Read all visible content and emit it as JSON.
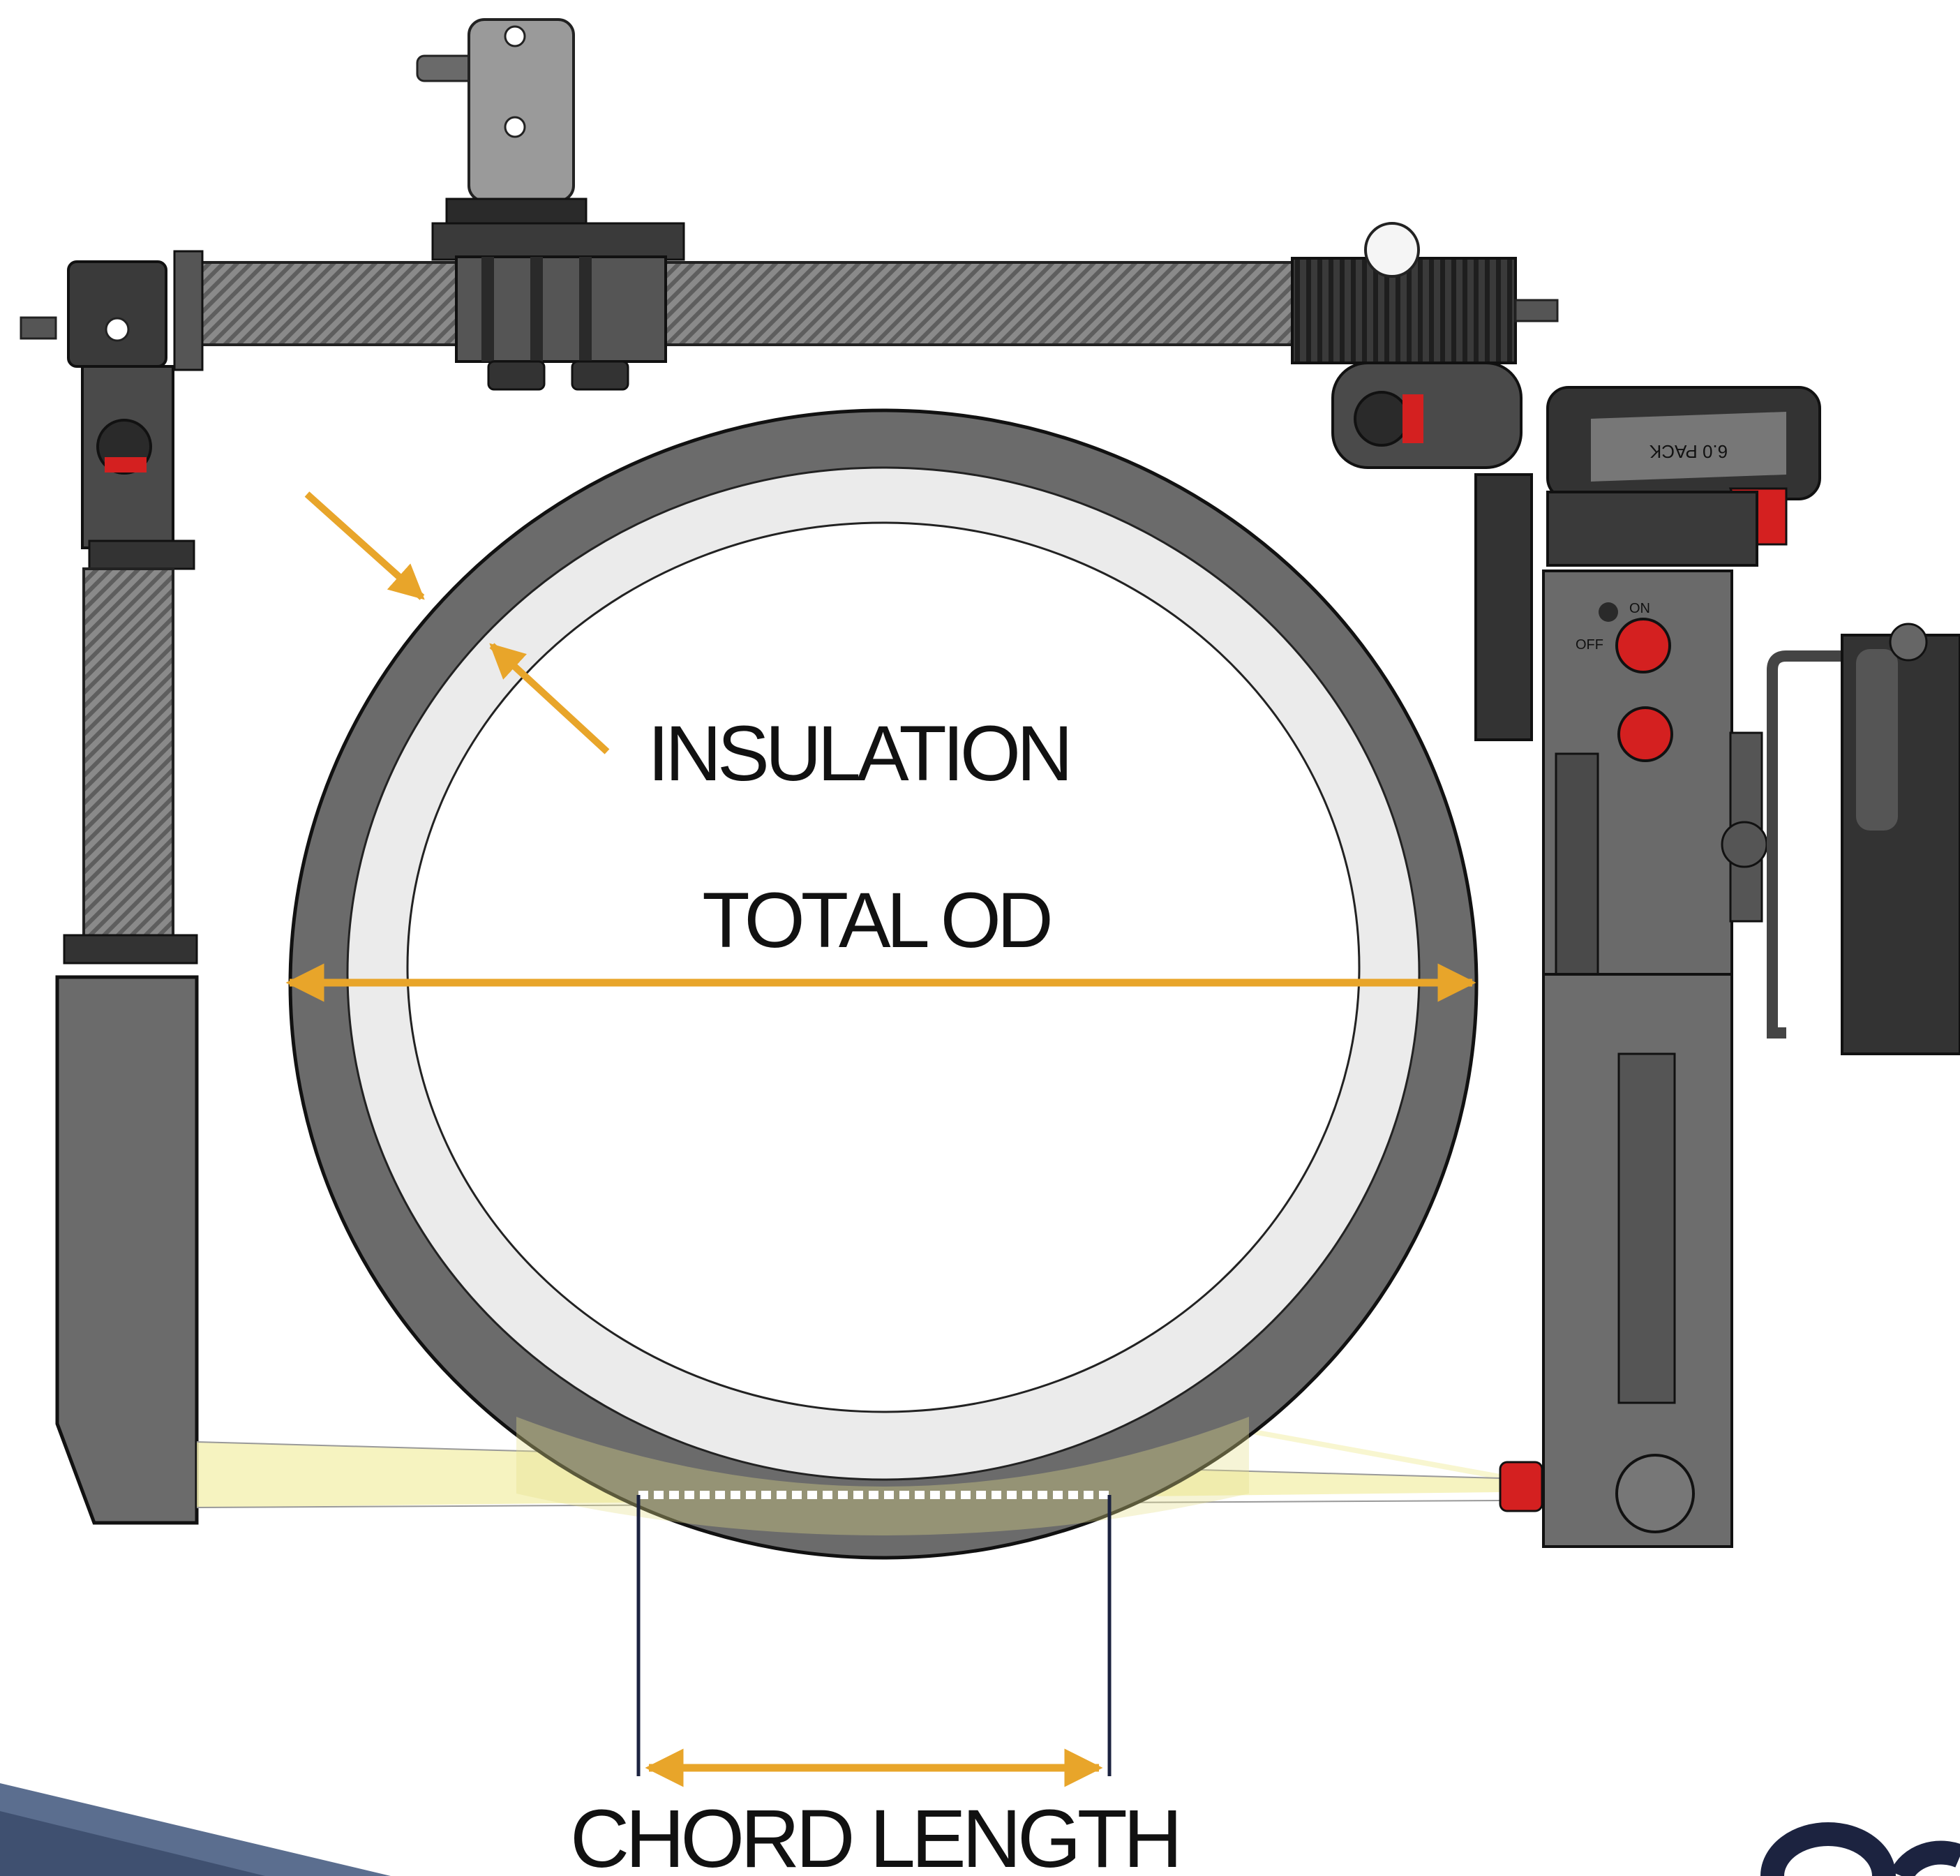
{
  "labels": {
    "insulation": "INSULATION",
    "total_od": "TOTAL OD",
    "chord_length": "CHORD LENGTH"
  },
  "device_text": {
    "pack_label": "6.0 PACK",
    "switch_on": "ON",
    "switch_off": "OFF"
  },
  "colors": {
    "accent_arrow": "#E8A52A",
    "pipe_outer": "#6B6B6B",
    "pipe_insulation": "#EBEBEB",
    "laser_band": "#F4F0B0",
    "dimension_line": "#1C2340",
    "red_button": "#D42020",
    "bottom_wedge": "#5B6E8F"
  },
  "icons": [
    "pipe-cross-section",
    "crawler-frame",
    "battery-pack",
    "power-switch",
    "laser-emitter",
    "handle"
  ]
}
